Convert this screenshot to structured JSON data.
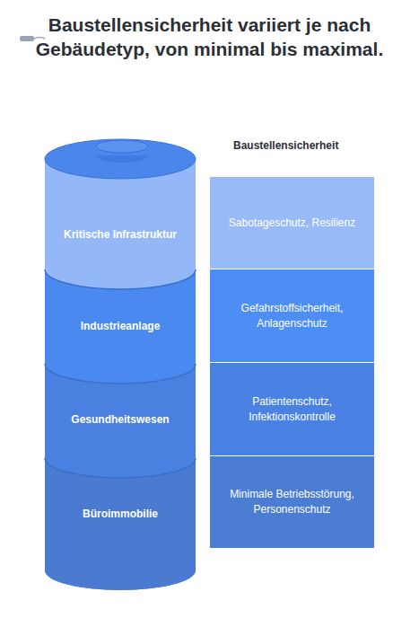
{
  "diagram": {
    "title": "Baustellensicherheit variiert je nach Gebäudetyp, von minimal bis maximal.",
    "nodes": [
      {
        "text": [
          "Kritische Infrastruktur"
        ]
      },
      {
        "text": [
          "Sabotageschutz, Resilienz"
        ]
      },
      {
        "text": [
          "Industrieanlage"
        ]
      },
      {
        "text": [
          "Gefahrstoffsicherheit, Anlagenschutz"
        ]
      },
      {
        "text": [
          "Gesundheitswesen"
        ]
      },
      {
        "text": [
          "Patientenschutz, Infektionskontrolle"
        ]
      },
      {
        "text": [
          "Büroimmobilie"
        ]
      },
      {
        "text": [
          "Minimale Betriebsstörung, Personenschutz"
        ]
      }
    ],
    "labels": [
      "Baustellensicherheit"
    ]
  }
}
